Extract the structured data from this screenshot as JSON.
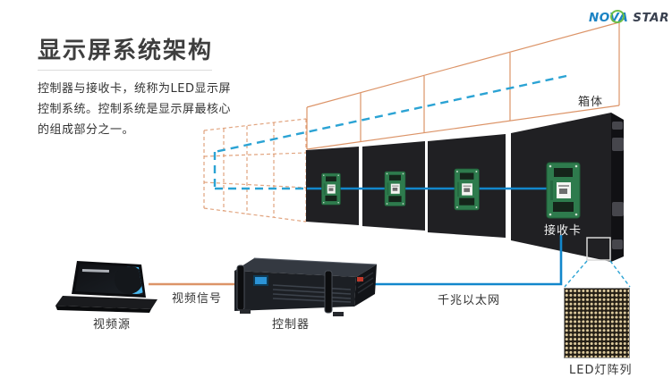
{
  "header": {
    "title": "显示屏系统架构",
    "description_lines": [
      "控制器与接收卡，统称为LED显示屏",
      "控制系统。控制系统是显示屏最核心",
      "的组成部分之一。"
    ]
  },
  "logo": {
    "nova": "NOVA",
    "star": "STAR"
  },
  "diagram": {
    "labels": {
      "cabinet": "箱体",
      "receiving_card": "接收卡",
      "video_source": "视频源",
      "video_signal": "视频信号",
      "controller": "控制器",
      "gigabit_ethernet": "千兆以太网",
      "led_array": "LED灯阵列"
    },
    "colors": {
      "wireframe_orange": "#DC9468",
      "flow_blue": "#1287CC",
      "flow_cyan_dashed": "#2BA3D4",
      "panel_black": "#202023",
      "pcb_green": "#2E7B4D",
      "led_dot_gold": "#DCC99C",
      "logo_blue": "#1B83C4",
      "logo_green": "#6CBE45",
      "logo_dark": "#39404F"
    }
  }
}
